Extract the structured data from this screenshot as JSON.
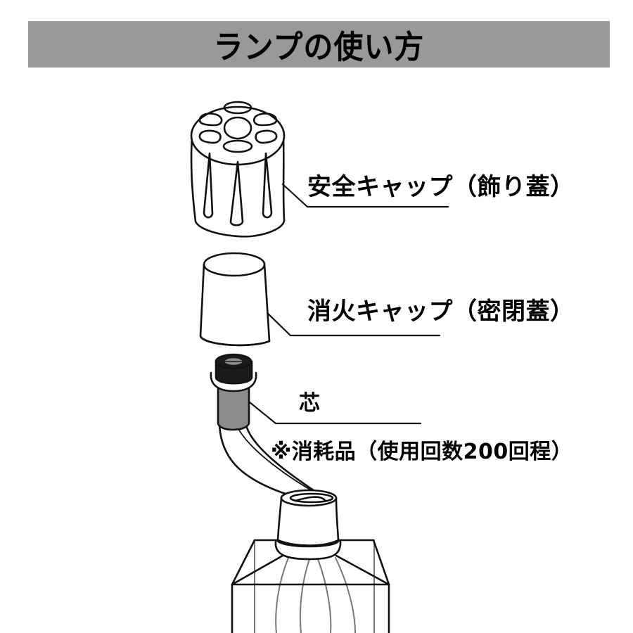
{
  "title": "ランプの使い方",
  "colors": {
    "title_bar_bg": "#999999",
    "wick_gray": "#8c8c8c",
    "wick_cap_black": "#1a1a1a",
    "line": "#111111",
    "bottle_inner_line": "#777777"
  },
  "parts": [
    {
      "id": "safety-cap",
      "label": "安全キャップ（飾り蓋）"
    },
    {
      "id": "extinguish-cap",
      "label": "消火キャップ（密閉蓋）"
    },
    {
      "id": "wick",
      "label": "芯",
      "note": "※消耗品（使用回数200回程）"
    }
  ],
  "illustration": {
    "components": [
      "safety-cap",
      "extinguish-cap",
      "wick",
      "bottle"
    ]
  }
}
